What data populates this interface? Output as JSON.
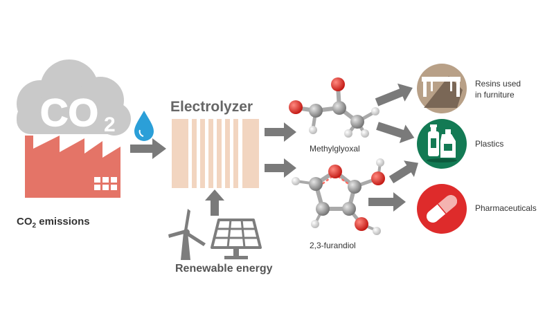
{
  "co2_cloud": {
    "label": "CO",
    "subscript": "2"
  },
  "co2_emissions": {
    "prefix": "CO",
    "subscript": "2",
    "suffix": " emissions"
  },
  "electrolyzer": {
    "label": "Electrolyzer"
  },
  "renewable": {
    "label": "Renewable energy"
  },
  "molecules": [
    {
      "label": "Methylglyoxal"
    },
    {
      "label": "2,3-furandiol"
    }
  ],
  "outputs": [
    {
      "line1": "Resins used",
      "line2": "in furniture",
      "icon": "table-icon"
    },
    {
      "line1": "Plastics",
      "icon": "bottles-icon"
    },
    {
      "line1": "Pharmaceuticals",
      "icon": "capsule-icon"
    }
  ],
  "colors": {
    "factory": "#e47467",
    "cloud": "#c9c9c9",
    "water_drop": "#2b9fd8",
    "electrolyzer_plate": "#f2d5c0",
    "arrow": "#7a7a7a",
    "oxygen_atom": "#e0251f",
    "carbon_atom": "#9a9a9a",
    "hydrogen_atom": "#dcdcdc",
    "resin_circle": "#b8a087",
    "plastics_circle": "#137a54",
    "pharma_circle": "#de2b2b"
  }
}
